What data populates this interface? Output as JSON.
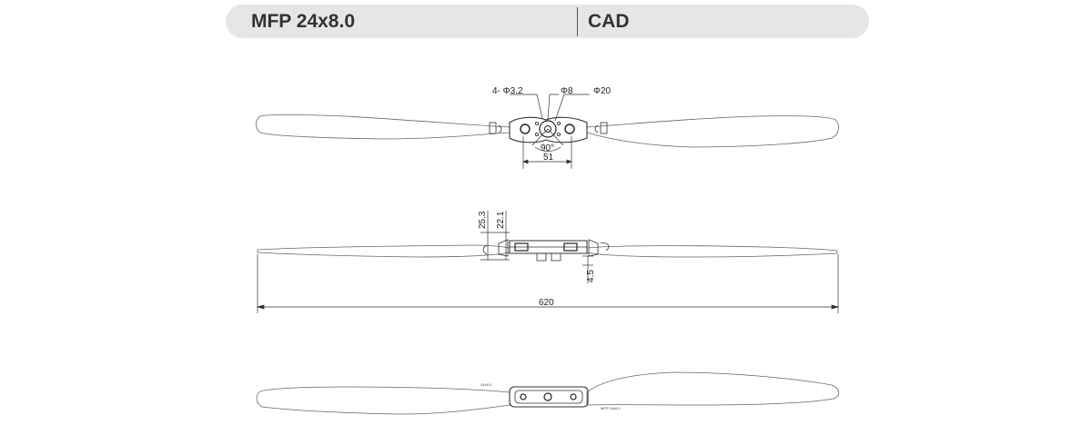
{
  "header": {
    "model": "MFP 24x8.0",
    "section": "CAD"
  },
  "top_view": {
    "dim_holes": "4- Φ3.2",
    "dim_shaft": "Φ8",
    "dim_hub": "Φ20",
    "dim_angle": "90°",
    "dim_spacing": "51"
  },
  "side_view": {
    "dim_height_total": "25.3",
    "dim_height_hub": "22.1",
    "dim_offset": "4.5",
    "dim_length": "620"
  },
  "bottom_view": {
    "blade_mark_left": "24x8.0",
    "blade_mark_right": "MFP 24x8.0"
  },
  "colors": {
    "header_bg": "#e6e6e6",
    "text": "#333333",
    "line": "#555555"
  }
}
